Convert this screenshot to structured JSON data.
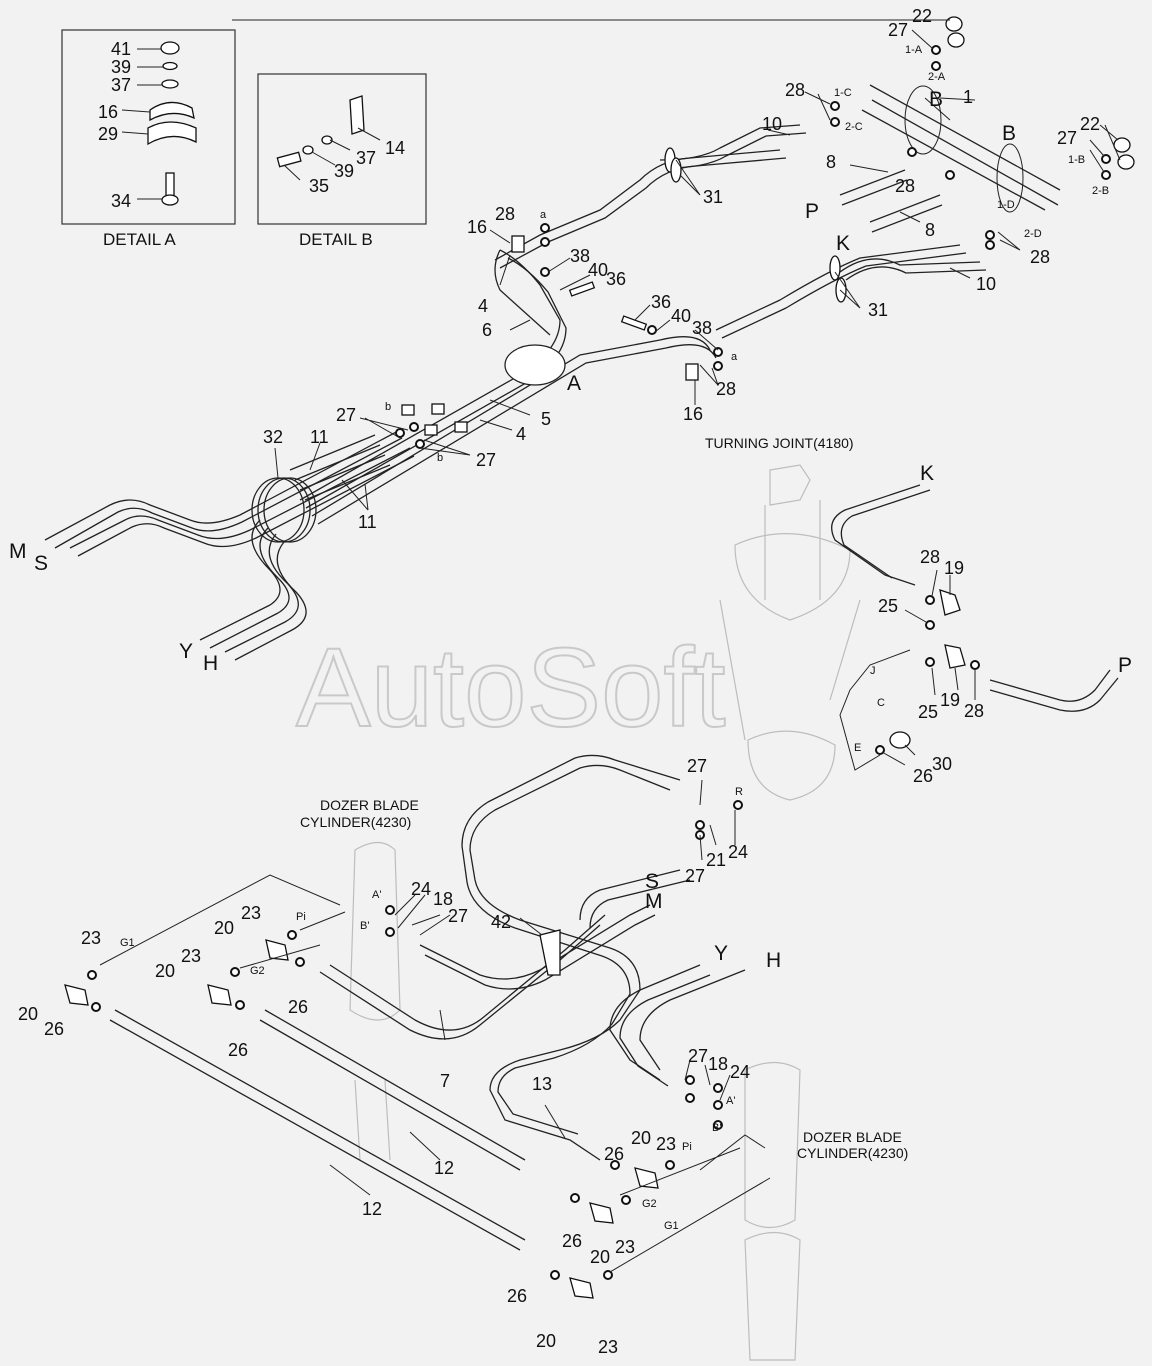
{
  "watermark": "AutoSoft",
  "details": {
    "a_caption": "DETAIL A",
    "b_caption": "DETAIL B",
    "a_parts": [
      "41",
      "39",
      "37",
      "16",
      "29",
      "34"
    ],
    "b_parts": [
      "14",
      "37",
      "39",
      "35"
    ]
  },
  "captions": {
    "turning_joint": "TURNING JOINT(4180)",
    "dozer_left_1": "DOZER BLADE",
    "dozer_left_2": "CYLINDER(4230)",
    "dozer_right_1": "DOZER BLADE",
    "dozer_right_2": "CYLINDER(4230)"
  },
  "part_numbers": [
    {
      "id": "p22a",
      "text": "22"
    },
    {
      "id": "p27a",
      "text": "27"
    },
    {
      "id": "p1",
      "text": "1"
    },
    {
      "id": "p28a",
      "text": "28"
    },
    {
      "id": "p10a",
      "text": "10"
    },
    {
      "id": "p8a",
      "text": "8"
    },
    {
      "id": "p22b",
      "text": "22"
    },
    {
      "id": "p27b",
      "text": "27"
    },
    {
      "id": "p28b",
      "text": "28"
    },
    {
      "id": "p8b",
      "text": "8"
    },
    {
      "id": "p31a",
      "text": "31"
    },
    {
      "id": "p28c",
      "text": "28"
    },
    {
      "id": "p16a",
      "text": "16"
    },
    {
      "id": "p38a",
      "text": "38"
    },
    {
      "id": "p40a",
      "text": "40"
    },
    {
      "id": "p36a",
      "text": "36"
    },
    {
      "id": "p4a",
      "text": "4"
    },
    {
      "id": "p6",
      "text": "6"
    },
    {
      "id": "p36b",
      "text": "36"
    },
    {
      "id": "p40b",
      "text": "40"
    },
    {
      "id": "p38b",
      "text": "38"
    },
    {
      "id": "p28d",
      "text": "28"
    },
    {
      "id": "p31b",
      "text": "31"
    },
    {
      "id": "p28e",
      "text": "28"
    },
    {
      "id": "p10b",
      "text": "10"
    },
    {
      "id": "p5",
      "text": "5"
    },
    {
      "id": "p4b",
      "text": "4"
    },
    {
      "id": "p16b",
      "text": "16"
    },
    {
      "id": "p27c",
      "text": "27"
    },
    {
      "id": "p27d",
      "text": "27"
    },
    {
      "id": "p32",
      "text": "32"
    },
    {
      "id": "p11a",
      "text": "11"
    },
    {
      "id": "p11b",
      "text": "11"
    },
    {
      "id": "p28f",
      "text": "28"
    },
    {
      "id": "p19a",
      "text": "19"
    },
    {
      "id": "p25a",
      "text": "25"
    },
    {
      "id": "p25b",
      "text": "25"
    },
    {
      "id": "p19b",
      "text": "19"
    },
    {
      "id": "p28g",
      "text": "28"
    },
    {
      "id": "p30",
      "text": "30"
    },
    {
      "id": "p26a",
      "text": "26"
    },
    {
      "id": "p27e",
      "text": "27"
    },
    {
      "id": "p27f",
      "text": "27"
    },
    {
      "id": "p21",
      "text": "21"
    },
    {
      "id": "p24a",
      "text": "24"
    },
    {
      "id": "p24b",
      "text": "24"
    },
    {
      "id": "p18a",
      "text": "18"
    },
    {
      "id": "p27g",
      "text": "27"
    },
    {
      "id": "p42",
      "text": "42"
    },
    {
      "id": "p23a",
      "text": "23"
    },
    {
      "id": "p20a",
      "text": "20"
    },
    {
      "id": "p23b",
      "text": "23"
    },
    {
      "id": "p20b",
      "text": "20"
    },
    {
      "id": "p26b",
      "text": "26"
    },
    {
      "id": "p23c",
      "text": "23"
    },
    {
      "id": "p20c",
      "text": "20"
    },
    {
      "id": "p26c",
      "text": "26"
    },
    {
      "id": "p26d",
      "text": "26"
    },
    {
      "id": "p7",
      "text": "7"
    },
    {
      "id": "p13",
      "text": "13"
    },
    {
      "id": "p12a",
      "text": "12"
    },
    {
      "id": "p12b",
      "text": "12"
    },
    {
      "id": "p27h",
      "text": "27"
    },
    {
      "id": "p18b",
      "text": "18"
    },
    {
      "id": "p24c",
      "text": "24"
    },
    {
      "id": "p26e",
      "text": "26"
    },
    {
      "id": "p20d",
      "text": "20"
    },
    {
      "id": "p23d",
      "text": "23"
    },
    {
      "id": "p26f",
      "text": "26"
    },
    {
      "id": "p20e",
      "text": "20"
    },
    {
      "id": "p23e",
      "text": "23"
    },
    {
      "id": "p26g",
      "text": "26"
    },
    {
      "id": "p20f",
      "text": "20"
    },
    {
      "id": "p23f",
      "text": "23"
    }
  ],
  "port_labels": [
    {
      "id": "l1A",
      "text": "1-A"
    },
    {
      "id": "l2A",
      "text": "2-A"
    },
    {
      "id": "l1C",
      "text": "1-C"
    },
    {
      "id": "l2C",
      "text": "2-C"
    },
    {
      "id": "l1B",
      "text": "1-B"
    },
    {
      "id": "l2B",
      "text": "2-B"
    },
    {
      "id": "l1D",
      "text": "1-D"
    },
    {
      "id": "l2D",
      "text": "2-D"
    },
    {
      "id": "la1",
      "text": "a"
    },
    {
      "id": "la2",
      "text": "a"
    },
    {
      "id": "lb1",
      "text": "b"
    },
    {
      "id": "lb2",
      "text": "b"
    },
    {
      "id": "lJ",
      "text": "J"
    },
    {
      "id": "lC",
      "text": "C"
    },
    {
      "id": "lE",
      "text": "E"
    },
    {
      "id": "lR",
      "text": "R"
    },
    {
      "id": "lA1",
      "text": "A'"
    },
    {
      "id": "lB1",
      "text": "B'"
    },
    {
      "id": "lPi1",
      "text": "Pi"
    },
    {
      "id": "lG1a",
      "text": "G1"
    },
    {
      "id": "lG2a",
      "text": "G2"
    },
    {
      "id": "lA2",
      "text": "A'"
    },
    {
      "id": "lB2",
      "text": "B'"
    },
    {
      "id": "lPi2",
      "text": "Pi"
    },
    {
      "id": "lG2b",
      "text": "G2"
    },
    {
      "id": "lG1b",
      "text": "G1"
    }
  ],
  "line_letters": [
    {
      "id": "LB1",
      "text": "B"
    },
    {
      "id": "LB2",
      "text": "B"
    },
    {
      "id": "LP1",
      "text": "P"
    },
    {
      "id": "LK1",
      "text": "K"
    },
    {
      "id": "LA",
      "text": "A"
    },
    {
      "id": "LM1",
      "text": "M"
    },
    {
      "id": "LS1",
      "text": "S"
    },
    {
      "id": "LY1",
      "text": "Y"
    },
    {
      "id": "LH1",
      "text": "H"
    },
    {
      "id": "LK2",
      "text": "K"
    },
    {
      "id": "LP2",
      "text": "P"
    },
    {
      "id": "LS2",
      "text": "S"
    },
    {
      "id": "LM2",
      "text": "M"
    },
    {
      "id": "LY2",
      "text": "Y"
    },
    {
      "id": "LH2",
      "text": "H"
    }
  ]
}
